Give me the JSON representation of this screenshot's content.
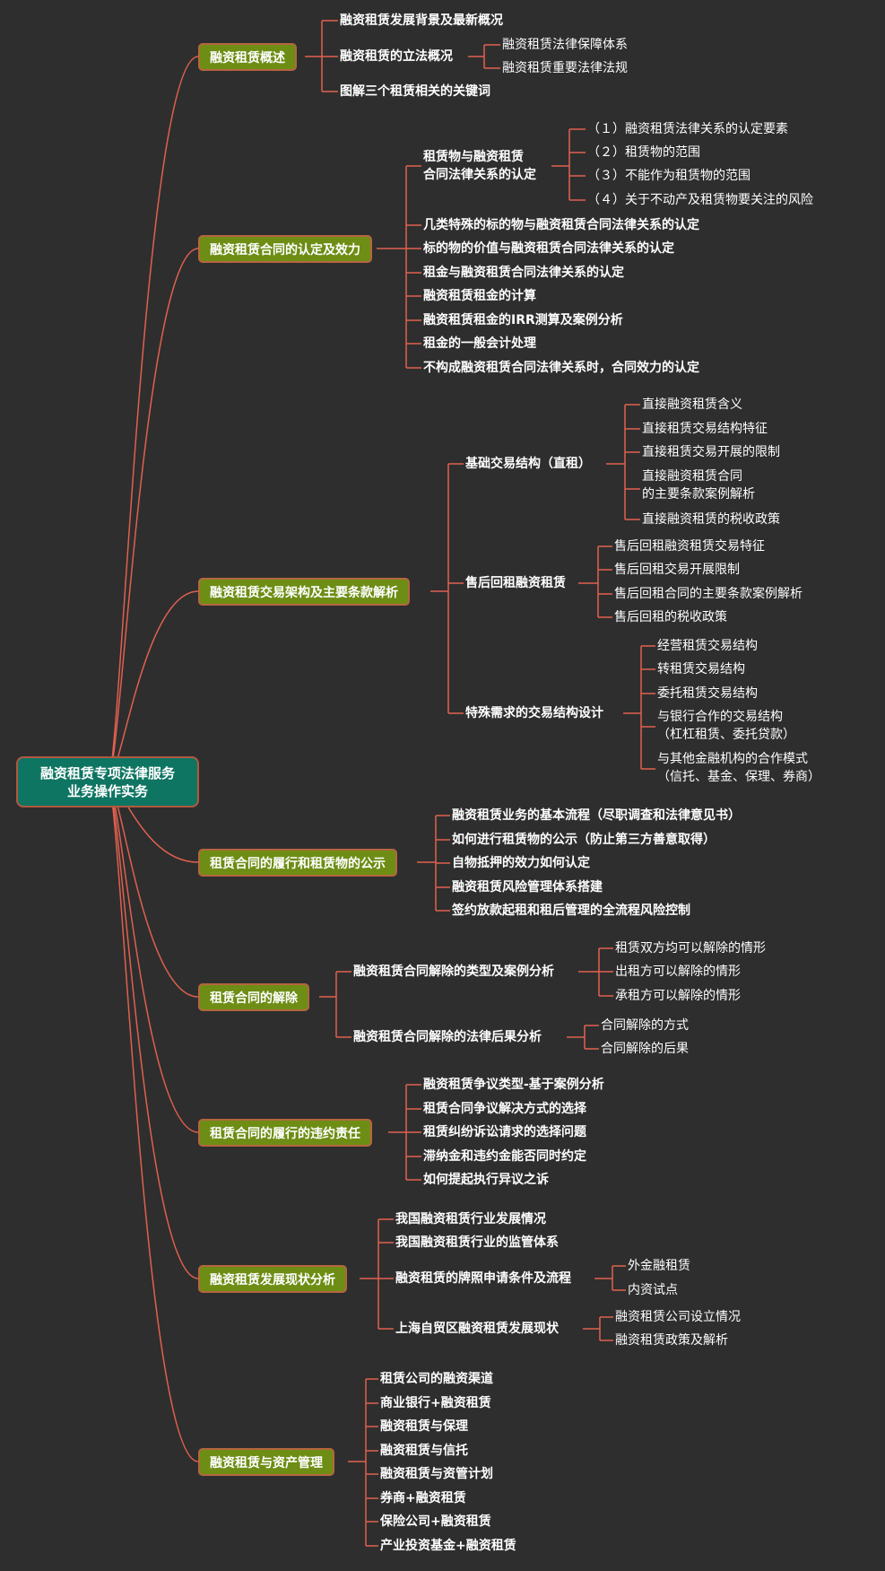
{
  "root": {
    "line1": "融资租赁专项法律服务",
    "line2": "业务操作实务"
  },
  "colors": {
    "background": "#2e2e2e",
    "root_fill": "#0f7563",
    "branch_fill": "#6d8d14",
    "border": "#b5663e",
    "connector": "#e0604f"
  },
  "b1": {
    "label": "融资租赁概述",
    "c1": "融资租赁发展背景及最新概况",
    "c2": "融资租赁的立法概况",
    "c2a": "融资租赁法律保障体系",
    "c2b": "融资租赁重要法律法规",
    "c3": "图解三个租赁相关的关键词"
  },
  "b2": {
    "label": "融资租赁合同的认定及效力",
    "c1_line1": "租赁物与融资租赁",
    "c1_line2": "合同法律关系的认定",
    "c1a": "（１）融资租赁法律关系的认定要素",
    "c1b": "（２）租赁物的范围",
    "c1c": "（３）不能作为租赁物的范围",
    "c1d": "（４）关于不动产及租赁物要关注的风险",
    "c2": "几类特殊的标的物与融资租赁合同法律关系的认定",
    "c3": "标的物的价值与融资租赁合同法律关系的认定",
    "c4": "租金与融资租赁合同法律关系的认定",
    "c5": "融资租赁租金的计算",
    "c6": "融资租赁租金的IRR测算及案例分析",
    "c7": "租金的一般会计处理",
    "c8": "不构成融资租赁合同法律关系时，合同效力的认定"
  },
  "b3": {
    "label": "融资租赁交易架构及主要条款解析",
    "g1": "基础交易结构（直租）",
    "g1a": "直接融资租赁含义",
    "g1b": "直接租赁交易结构特征",
    "g1c": "直接租赁交易开展的限制",
    "g1d_line1": "直接融资租赁合同",
    "g1d_line2": "的主要条款案例解析",
    "g1e": "直接融资租赁的税收政策",
    "g2": "售后回租融资租赁",
    "g2a": "售后回租融资租赁交易特征",
    "g2b": "售后回租交易开展限制",
    "g2c": "售后回租合同的主要条款案例解析",
    "g2d": "售后回租的税收政策",
    "g3": "特殊需求的交易结构设计",
    "g3a": "经营租赁交易结构",
    "g3b": "转租赁交易结构",
    "g3c": "委托租赁交易结构",
    "g3d_line1": "与银行合作的交易结构",
    "g3d_line2": "（杠杠租赁、委托贷款）",
    "g3e_line1": "与其他金融机构的合作模式",
    "g3e_line2": "（信托、基金、保理、券商）"
  },
  "b4": {
    "label": "租赁合同的履行和租赁物的公示",
    "c1": "融资租赁业务的基本流程（尽职调查和法律意见书）",
    "c2": "如何进行租赁物的公示（防止第三方善意取得）",
    "c3": "自物抵押的效力如何认定",
    "c4": "融资租赁风险管理体系搭建",
    "c5": "签约放款起租和租后管理的全流程风险控制"
  },
  "b5": {
    "label": "租赁合同的解除",
    "c1": "融资租赁合同解除的类型及案例分析",
    "c1a": "租赁双方均可以解除的情形",
    "c1b": "出租方可以解除的情形",
    "c1c": "承租方可以解除的情形",
    "c2": "融资租赁合同解除的法律后果分析",
    "c2a": "合同解除的方式",
    "c2b": "合同解除的后果"
  },
  "b6": {
    "label": "租赁合同的履行的违约责任",
    "c1": "融资租赁争议类型-基于案例分析",
    "c2": "租赁合同争议解决方式的选择",
    "c3": "租赁纠纷诉讼请求的选择问题",
    "c4": "滞纳金和违约金能否同时约定",
    "c5": "如何提起执行异议之诉"
  },
  "b7": {
    "label": "融资租赁发展现状分析",
    "c1": "我国融资租赁行业发展情况",
    "c2": "我国融资租赁行业的监管体系",
    "c3": "融资租赁的牌照申请条件及流程",
    "c3a": "外金融租赁",
    "c3b": "内资试点",
    "c4": "上海自贸区融资租赁发展现状",
    "c4a": "融资租赁公司设立情况",
    "c4b": "融资租赁政策及解析"
  },
  "b8": {
    "label": "融资租赁与资产管理",
    "c1": "租赁公司的融资渠道",
    "c2": "商业银行+融资租赁",
    "c3": "融资租赁与保理",
    "c4": "融资租赁与信托",
    "c5": "融资租赁与资管计划",
    "c6": "券商+融资租赁",
    "c7": "保险公司+融资租赁",
    "c8": "产业投资基金+融资租赁"
  }
}
